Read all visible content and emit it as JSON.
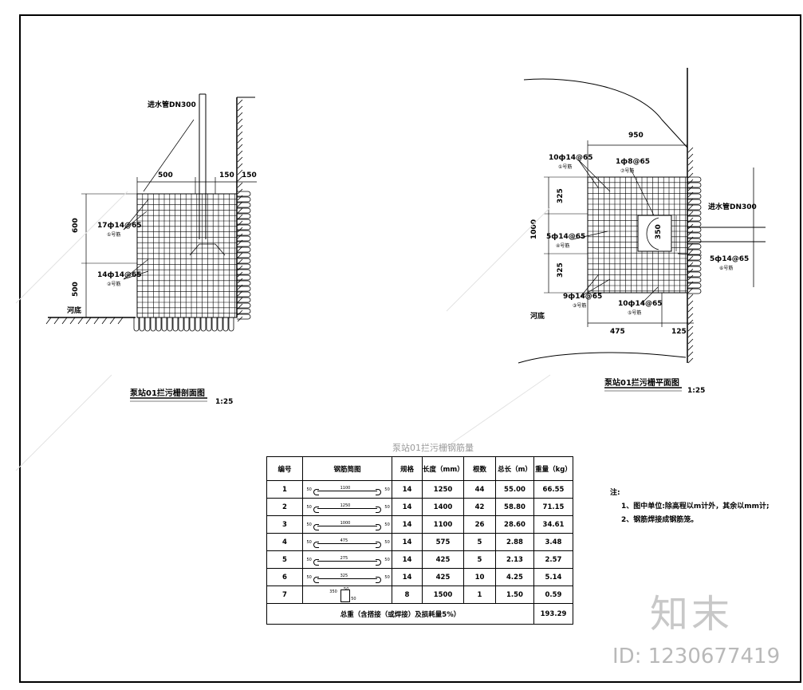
{
  "section_drawing": {
    "title": "泵站01拦污栅剖面图",
    "scale": "1:25",
    "pipe_label": "进水管DN300",
    "dims": {
      "width_500": "500",
      "w150a": "150",
      "w150b": "150",
      "h600": "600",
      "h500": "500"
    },
    "rebar_labels": [
      {
        "text": "17ф14@65",
        "sub": "①号筋"
      },
      {
        "text": "14ф14@65",
        "sub": "②号筋"
      }
    ],
    "bed_label": "河底"
  },
  "plan_drawing": {
    "title": "泵站01拦污栅平面图",
    "scale": "1:25",
    "pipe_label": "进水管DN300",
    "dims": {
      "d950": "950",
      "d325a": "325",
      "d1000": "1000",
      "d325b": "325",
      "d350": "350",
      "d475": "475",
      "d125": "125"
    },
    "rebar_labels": [
      {
        "text": "10ф14@65",
        "sub": "①号筋"
      },
      {
        "text": "1ф8@65",
        "sub": "⑦号筋"
      },
      {
        "text": "5ф14@65",
        "sub": "④号筋"
      },
      {
        "text": "5ф14@65",
        "sub": "⑥号筋"
      },
      {
        "text": "9ф14@65",
        "sub": "③号筋"
      },
      {
        "text": "10ф14@65",
        "sub": "⑤号筋"
      }
    ],
    "bed_label": "河底"
  },
  "table": {
    "caption": "泵站01拦污栅钢筋量",
    "headers": [
      "编号",
      "钢筋简图",
      "规格",
      "长度（mm）",
      "根数",
      "总长（m）",
      "重量（kg）"
    ],
    "rows": [
      {
        "id": "1",
        "shape": [
          "50",
          "1100",
          "50"
        ],
        "spec": "14",
        "length": "1250",
        "count": "44",
        "total": "55.00",
        "weight": "66.55"
      },
      {
        "id": "2",
        "shape": [
          "50",
          "1250",
          "50"
        ],
        "spec": "14",
        "length": "1400",
        "count": "42",
        "total": "58.80",
        "weight": "71.15"
      },
      {
        "id": "3",
        "shape": [
          "50",
          "1000",
          "50"
        ],
        "spec": "14",
        "length": "1100",
        "count": "26",
        "total": "28.60",
        "weight": "34.61"
      },
      {
        "id": "4",
        "shape": [
          "50",
          "475",
          "50"
        ],
        "spec": "14",
        "length": "575",
        "count": "5",
        "total": "2.88",
        "weight": "3.48"
      },
      {
        "id": "5",
        "shape": [
          "50",
          "275",
          "50"
        ],
        "spec": "14",
        "length": "425",
        "count": "5",
        "total": "2.13",
        "weight": "2.57"
      },
      {
        "id": "6",
        "shape": [
          "50",
          "325",
          "50"
        ],
        "spec": "14",
        "length": "425",
        "count": "10",
        "total": "4.25",
        "weight": "5.14"
      },
      {
        "id": "7",
        "shape": [
          "350",
          "50",
          "50"
        ],
        "spec": "8",
        "length": "1500",
        "count": "1",
        "total": "1.50",
        "weight": "0.59"
      }
    ],
    "total_label": "总重（含搭接（或焊接）及损耗量5%）",
    "total_value": "193.29"
  },
  "notes": {
    "heading": "注:",
    "items": [
      "1、图中单位:除高程以m计外，其余以mm计;",
      "2、钢筋焊接成钢筋笼。"
    ]
  },
  "watermark": {
    "logo": "知末",
    "id": "ID: 1230677419"
  }
}
